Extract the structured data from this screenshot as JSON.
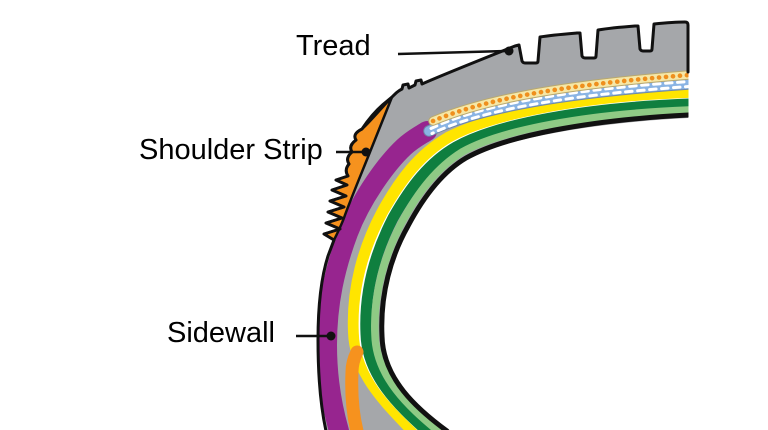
{
  "page": {
    "background": "#ffffff"
  },
  "diagram": {
    "type": "tire-cross-section",
    "labels": {
      "tread": "Tread",
      "shoulder_strip": "Shoulder Strip",
      "sidewall": "Sidewall"
    },
    "colors": {
      "tread_gray": "#a5a7aa",
      "shoulder_strip_orange": "#f6921e",
      "sidewall_purple": "#97258f",
      "yellow_layer": "#ffe500",
      "separator_white": "#ffffff",
      "dark_green_layer": "#0f7f3f",
      "light_green_layer": "#8fca85",
      "steel_belt_blue": "#8ab4e4",
      "steel_belt_edge": "#6f87a8",
      "belt_dash_white": "#ffffff",
      "cap_ply_background": "#f6e7a6",
      "cap_ply_edge": "#b9a86d",
      "cap_ply_dot_orange": "#ef8f1d",
      "bead_orange": "#f6921e",
      "outline_black": "#111111",
      "label_text": "#000000"
    }
  }
}
